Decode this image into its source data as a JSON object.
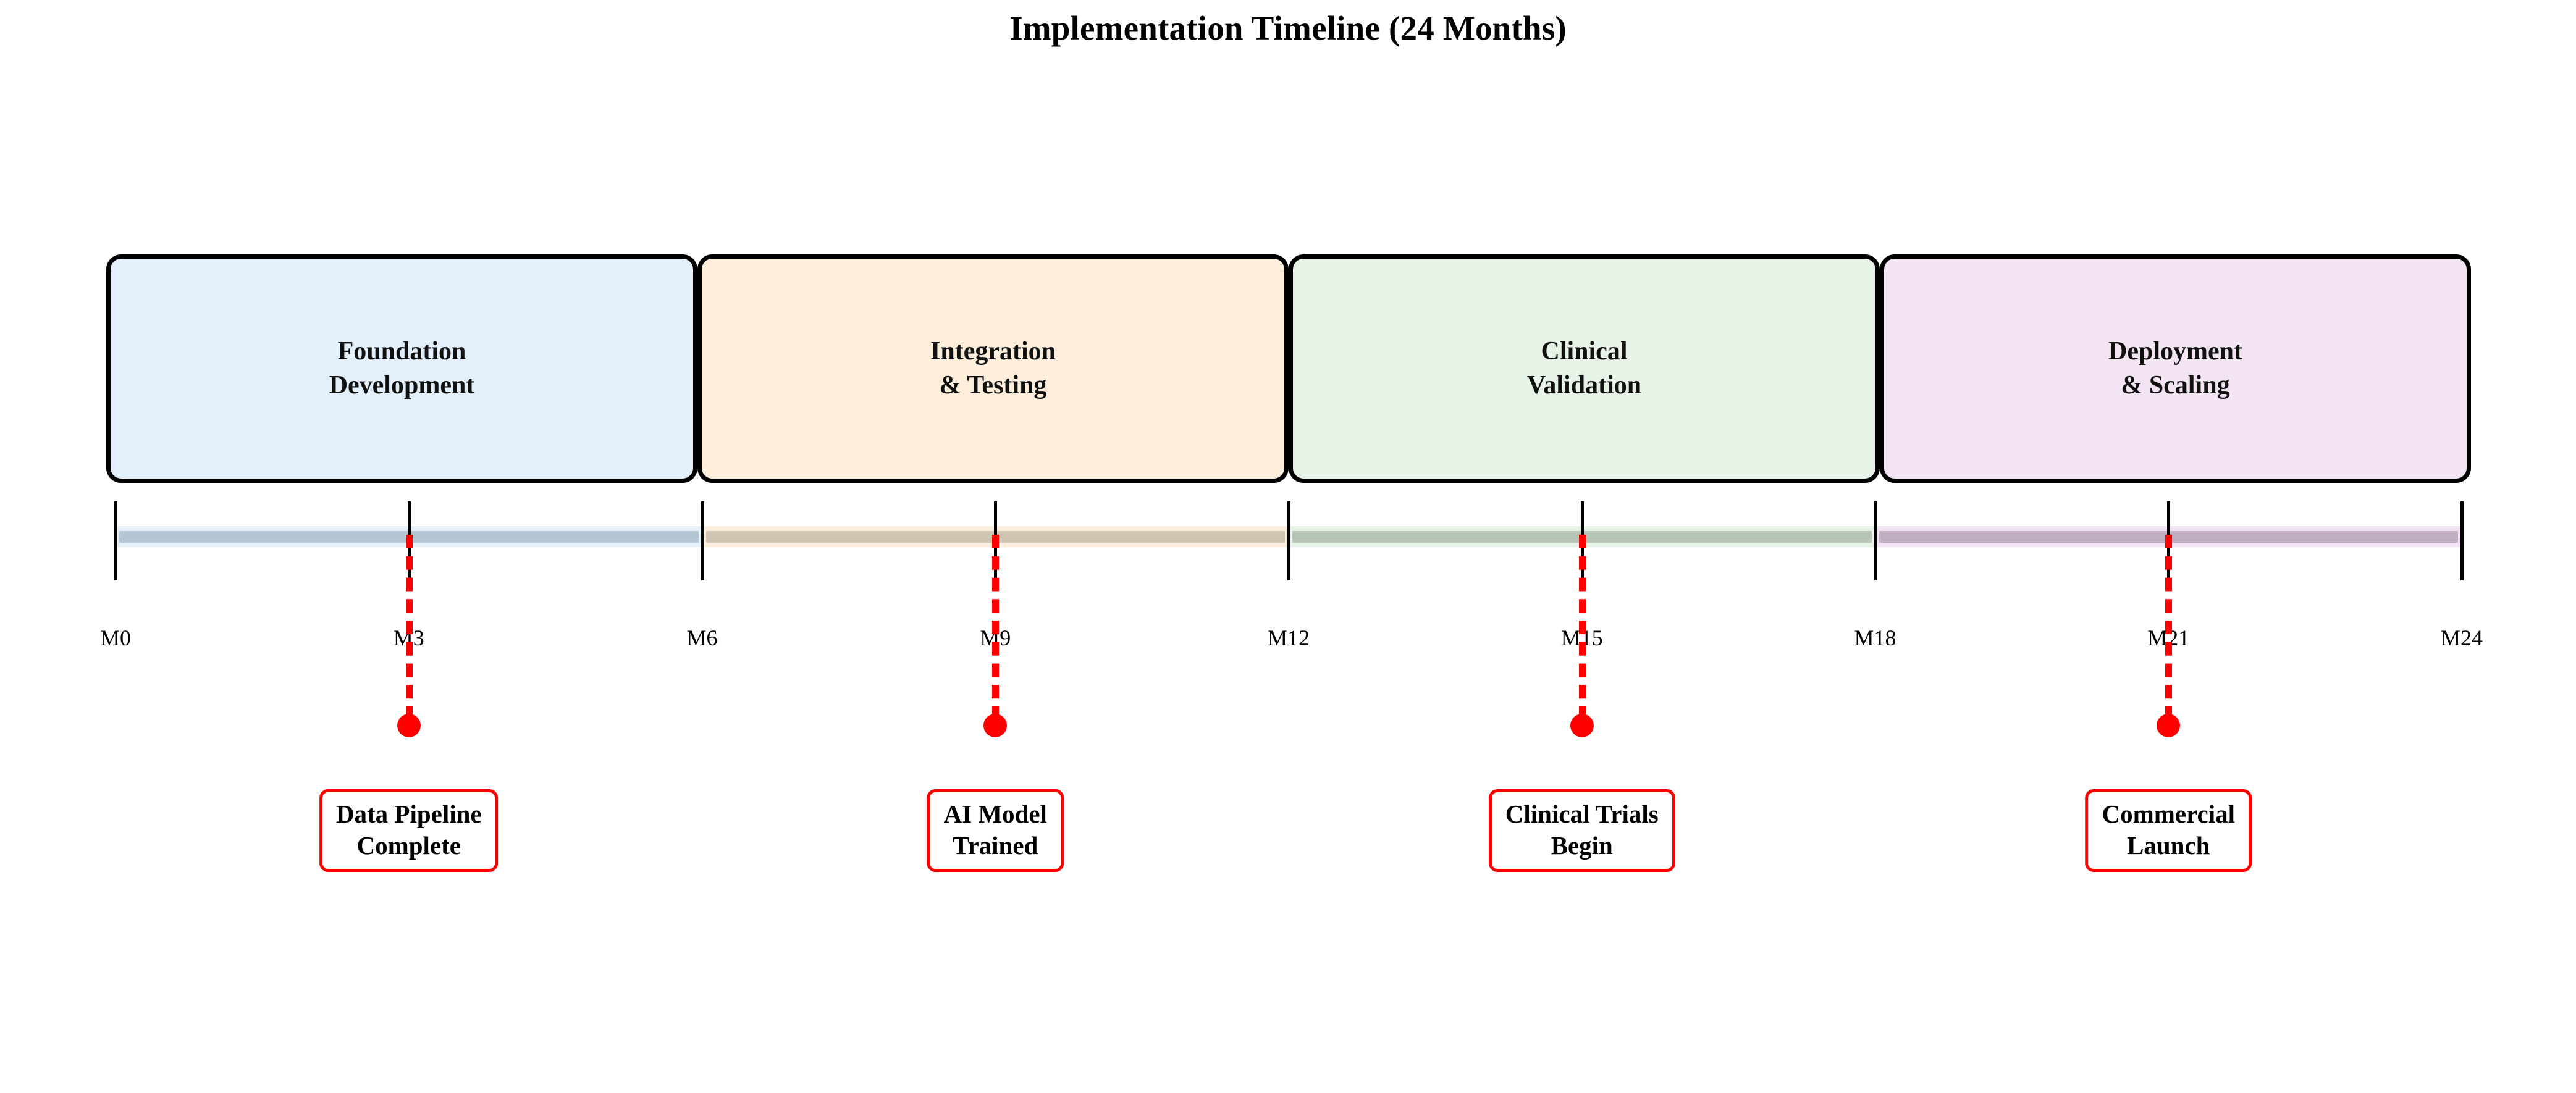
{
  "chart_data": {
    "type": "timeline",
    "title": "Implementation Timeline (24 Months)",
    "xlabel": "",
    "ylabel": "",
    "xlim": [
      0,
      24
    ],
    "axis_unit": "months",
    "grid": false,
    "legend": "none",
    "tick_labels": [
      "M0",
      "M3",
      "M6",
      "M9",
      "M12",
      "M15",
      "M18",
      "M21",
      "M24"
    ],
    "tick_values": [
      0,
      3,
      6,
      9,
      12,
      15,
      18,
      21,
      24
    ],
    "phases": [
      {
        "label": "Foundation\nDevelopment",
        "start": 0,
        "end": 6,
        "fill": "#e3f0fb",
        "band_core": "#b3c5d2",
        "band_halo": "#e6f1fb"
      },
      {
        "label": "Integration\n& Testing",
        "start": 6,
        "end": 12,
        "fill": "#fdeedb",
        "band_core": "#cfc4b2",
        "band_halo": "#fcefdd"
      },
      {
        "label": "Clinical\nValidation",
        "start": 12,
        "end": 18,
        "fill": "#e8f3e7",
        "band_core": "#b5c4b5",
        "band_halo": "#e9f4e8"
      },
      {
        "label": "Deployment\n& Scaling",
        "start": 18,
        "end": 24,
        "fill": "#f2e4f3",
        "band_core": "#c2afc3",
        "band_halo": "#f3e6f4"
      }
    ],
    "milestones": [
      {
        "label": "Data Pipeline\nComplete",
        "month": 3,
        "color": "#ff0000"
      },
      {
        "label": "AI Model\nTrained",
        "month": 9,
        "color": "#ff0000"
      },
      {
        "label": "Clinical Trials\nBegin",
        "month": 15,
        "color": "#ff0000"
      },
      {
        "label": "Commercial\nLaunch",
        "month": 21,
        "color": "#ff0000"
      }
    ],
    "colors": {
      "milestone": "#ff0000",
      "axis": "#000000",
      "background": "#ffffff",
      "text": "#000000"
    }
  }
}
